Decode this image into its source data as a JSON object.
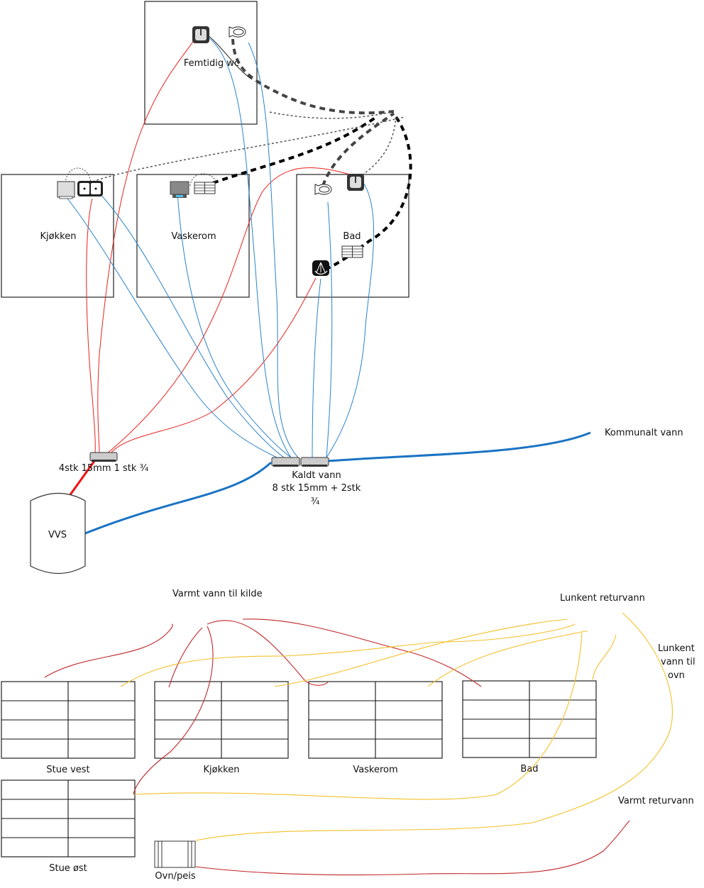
{
  "title": "Vannrør og varmeanlegg – skisse",
  "upper_plan": {
    "rooms": [
      {
        "id": "wc",
        "label": "Femtidig wc",
        "fixtures": [
          "sink-icon",
          "toilet-icon"
        ]
      },
      {
        "id": "kjokken",
        "label": "Kjøkken",
        "fixtures": [
          "dishwasher-icon",
          "double-sink-icon"
        ]
      },
      {
        "id": "vaskerom",
        "label": "Vaskerom",
        "fixtures": [
          "washing-machine-icon",
          "floor-drain-grate-icon"
        ]
      },
      {
        "id": "bad",
        "label": "Bad",
        "fixtures": [
          "toilet-icon",
          "sink-icon",
          "floor-drain-grate-icon",
          "shower-icon"
        ]
      }
    ],
    "manifolds": {
      "hot": {
        "label": "4stk 15mm 1 stk ¾"
      },
      "cold": {
        "label_line1": "Kaldt vann",
        "label_line2": "8 stk 15mm + 2stk",
        "label_line3": "¾"
      }
    },
    "tank": {
      "label": "VVS"
    },
    "supply": {
      "label": "Kommunalt vann"
    }
  },
  "heating_plan": {
    "labels": {
      "hot_to_source": "Varmt vann til kilde",
      "lukewarm_return": "Lunkent returvann",
      "lukewarm_to_stove_line1": "Lunkent",
      "lukewarm_to_stove_line2": "vann til",
      "lukewarm_to_stove_line3": "ovn",
      "hot_return": "Varmt returvann"
    },
    "radiators": [
      {
        "label": "Stue vest"
      },
      {
        "label": "Kjøkken"
      },
      {
        "label": "Vaskerom"
      },
      {
        "label": "Bad"
      },
      {
        "label": "Stue øst"
      }
    ],
    "stove": {
      "label": "Ovn/peis"
    }
  },
  "colors": {
    "hot_pipe": "#e8221d",
    "cold_pipe": "#2a82c9",
    "main_cold": "#1a73c4",
    "heating_hot": "#c0262a",
    "heating_lukewarm": "#f4c02a",
    "drain": "#000000"
  }
}
